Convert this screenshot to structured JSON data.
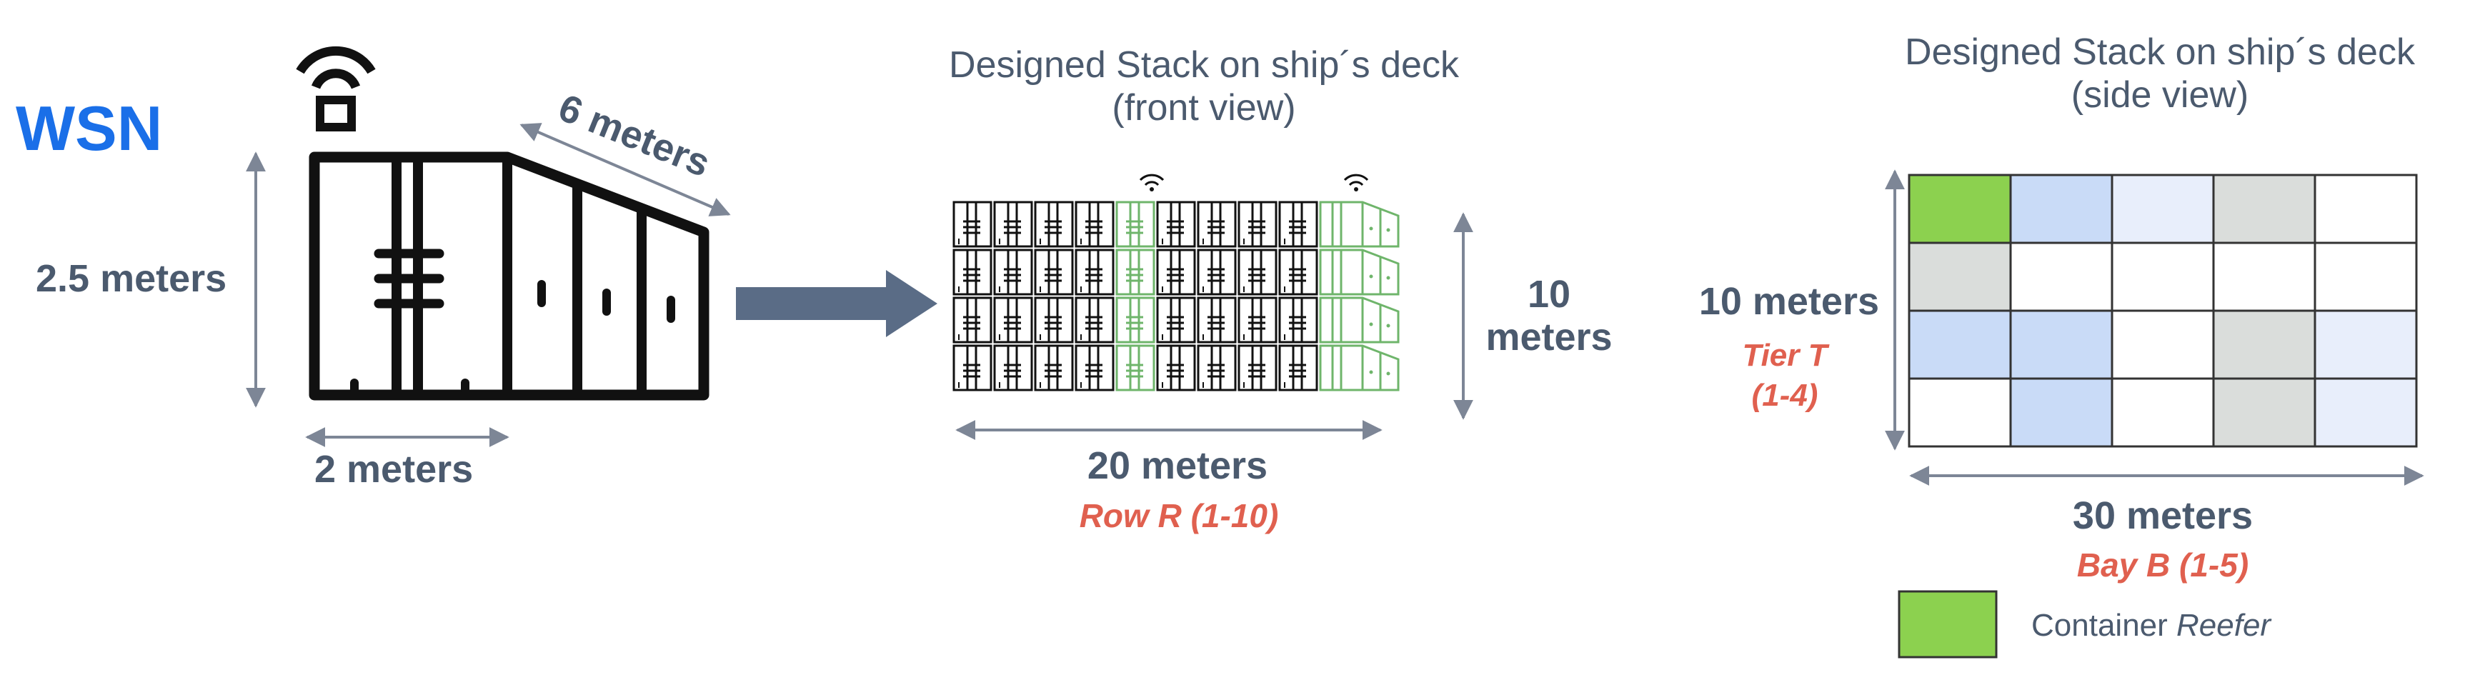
{
  "wsn_label": "WSN",
  "container": {
    "height_label": "2.5 meters",
    "width_label": "2 meters",
    "length_label": "6 meters"
  },
  "front_view": {
    "title_line1": "Designed Stack on ship´s deck",
    "title_line2": "(front view)",
    "height_label_line1": "10",
    "height_label_line2": "meters",
    "width_label": "20 meters",
    "axis_label": "Row R (1-10)"
  },
  "side_view": {
    "title_line1": "Designed Stack on ship´s deck",
    "title_line2": "(side view)",
    "height_label": "10 meters",
    "tier_label_line1": "Tier T",
    "tier_label_line2": "(1-4)",
    "width_label": "30 meters",
    "axis_label": "Bay B (1-5)",
    "grid": [
      [
        "green",
        "blue",
        "lightblue",
        "gray",
        "white"
      ],
      [
        "gray",
        "white",
        "white",
        "white",
        "white"
      ],
      [
        "blue",
        "blue",
        "white",
        "gray",
        "lightblue"
      ],
      [
        "white",
        "blue",
        "white",
        "gray",
        "lightblue"
      ]
    ]
  },
  "legend": {
    "swatch_label": "Container ",
    "swatch_label_italic": "Reefer"
  },
  "colors": {
    "wsn_blue": "#1a6fe8",
    "label_gray": "#4b5a6e",
    "accent_red": "#e0604f",
    "arrow_fill": "#5a6c86",
    "reefer_green": "#8cd14f",
    "cell_blue": "#c9dbf7",
    "cell_lightblue": "#e8eefb",
    "cell_gray": "#dadddb"
  }
}
